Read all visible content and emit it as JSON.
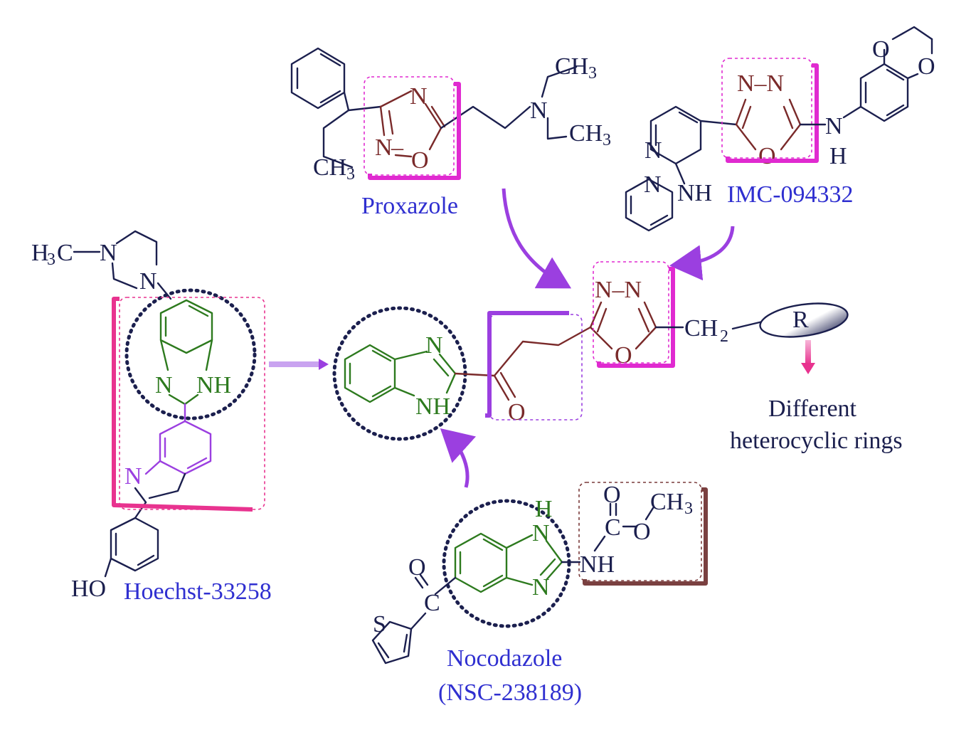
{
  "labels": {
    "proxazole": "Proxazole",
    "imc": "IMC-094332",
    "hoechst": "Hoechst-33258",
    "nocodazole": "Nocodazole",
    "nocodazole_code": "(NSC-238189)",
    "r_group": "R",
    "different": "Different",
    "heterocyclic": "heterocyclic rings"
  },
  "atoms": {
    "N": "N",
    "O": "O",
    "S": "S",
    "H": "H",
    "C": "C",
    "NH": "NH",
    "HO": "HO",
    "CH3": "CH",
    "CH2": "CH",
    "sub3": "3",
    "sub2": "2",
    "H3C": "H",
    "H3C_tail": "C",
    "NN": "N–N"
  },
  "colors": {
    "navy": "#1b1f4e",
    "brown": "#7a2a2a",
    "green": "#2d7a1e",
    "violet": "#9b3fe0",
    "magenta": "#e02ad0",
    "pink": "#e8338f",
    "label_blue": "#2f2fd0",
    "arrow_purple": "#9b3fe0"
  }
}
